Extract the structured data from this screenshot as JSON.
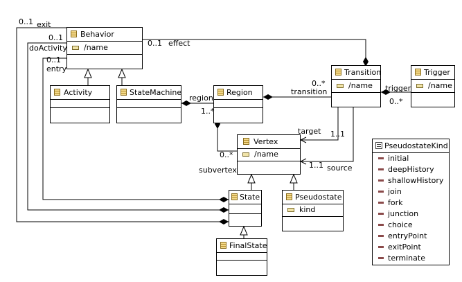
{
  "classes": {
    "behavior": {
      "name": "Behavior",
      "attrs": [
        "/name"
      ]
    },
    "activity": {
      "name": "Activity"
    },
    "state_machine": {
      "name": "StateMachine"
    },
    "region": {
      "name": "Region"
    },
    "transition": {
      "name": "Transition",
      "attrs": [
        "/name"
      ]
    },
    "trigger": {
      "name": "Trigger",
      "attrs": [
        "/name"
      ]
    },
    "vertex": {
      "name": "Vertex",
      "attrs": [
        "/name"
      ]
    },
    "state": {
      "name": "State"
    },
    "pseudostate": {
      "name": "Pseudostate",
      "attrs": [
        "kind"
      ]
    },
    "final_state": {
      "name": "FinalState"
    }
  },
  "enumeration": {
    "name": "PseudostateKind",
    "literals": [
      "initial",
      "deepHistory",
      "shallowHistory",
      "join",
      "fork",
      "junction",
      "choice",
      "entryPoint",
      "exitPoint",
      "terminate"
    ]
  },
  "labels": {
    "exit_mult": "0..1",
    "exit_role": "exit",
    "do_mult": "0..1",
    "do_role": "doActivity",
    "entry_mult": "0..1",
    "entry_role": "entry",
    "effect_mult": "0..1",
    "effect_role": "effect",
    "region_role": "region",
    "region_mult": "1..*",
    "transition_role": "transition",
    "transition_mult": "0..*",
    "trigger_role": "trigger",
    "trigger_mult": "0..*",
    "target_role": "target",
    "target_mult": "1..1",
    "source_mult": "1..1",
    "source_role": "source",
    "subvertex_mult": "0..*",
    "subvertex_role": "subvertex"
  }
}
